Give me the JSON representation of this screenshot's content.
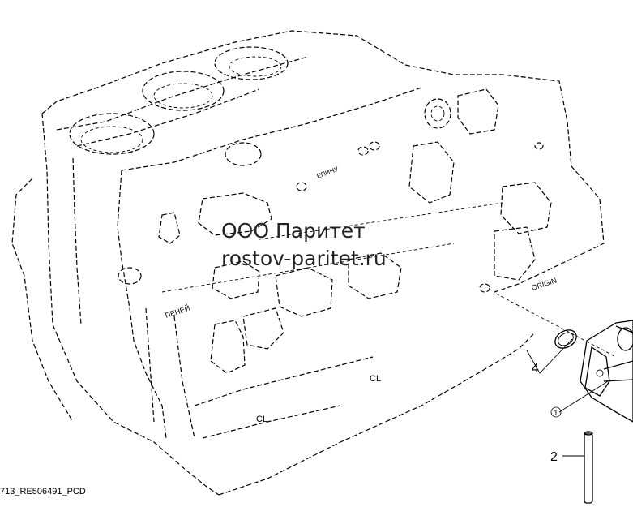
{
  "watermark": {
    "line1": "ООО Паритет",
    "line2": "rostov-paritet.ru"
  },
  "figure_code": "713_RE506491_PCD",
  "engraved_text": [
    "ORIGIN",
    "ЕПИНУ",
    "ПЕНЕЙ"
  ],
  "callouts": {
    "c1": "1",
    "c2": "2",
    "c4": "4"
  }
}
